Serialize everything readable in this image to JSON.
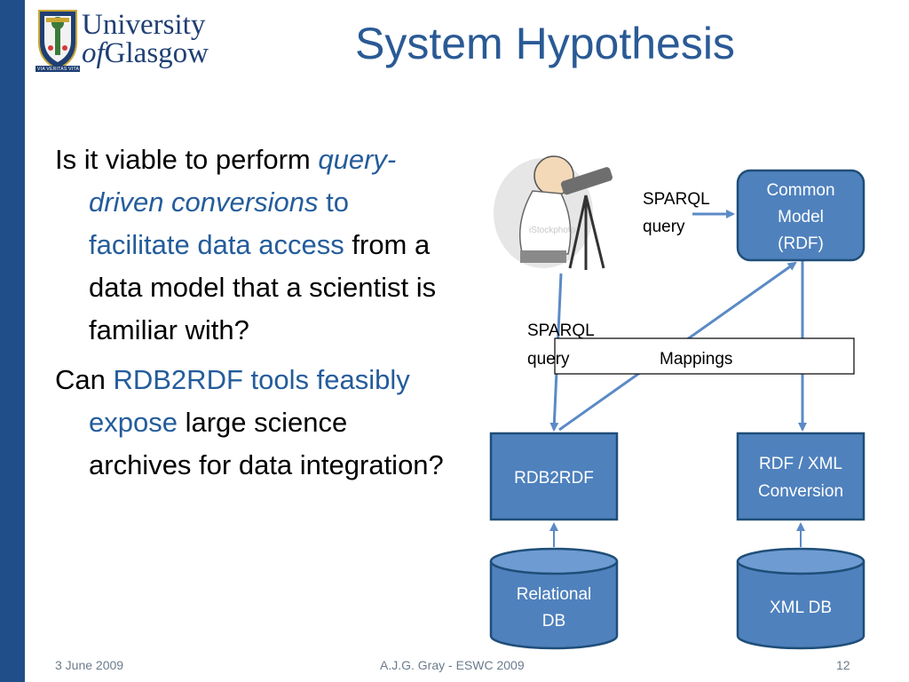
{
  "logo": {
    "line1": "University",
    "line2_of": "of",
    "line2_rest": "Glasgow",
    "motto": "VIA VERITAS VITA"
  },
  "slide": {
    "title": "System Hypothesis"
  },
  "text": {
    "p1": {
      "a": "Is it viable to perform ",
      "b": "query-driven conversions",
      "c": " to facilitate data access",
      "d": " from a data model that a scientist is familiar with?"
    },
    "p2": {
      "a": "Can ",
      "b": "RDB2RDF tools feasibly expose",
      "c": " large science archives for data integration?"
    }
  },
  "diagram": {
    "image_watermark": "iStockphoto",
    "sparql1_l1": "SPARQL",
    "sparql1_l2": "query",
    "common_l1": "Common",
    "common_l2": "Model",
    "common_l3": "(RDF)",
    "sparql2_l1": "SPARQL",
    "sparql2_l2": "query",
    "mappings": "Mappings",
    "rdb2rdf": "RDB2RDF",
    "rdfxml_l1": "RDF / XML",
    "rdfxml_l2": "Conversion",
    "relational_l1": "Relational",
    "relational_l2": "DB",
    "xmldb": "XML DB"
  },
  "footer": {
    "date": "3 June 2009",
    "author": "A.J.G. Gray - ESWC 2009",
    "page": "12"
  },
  "colors": {
    "box_fill": "#4f81bd",
    "box_stroke": "#1f4e79",
    "arrow": "#5b8ac6",
    "sidebar": "#1f4e89"
  }
}
